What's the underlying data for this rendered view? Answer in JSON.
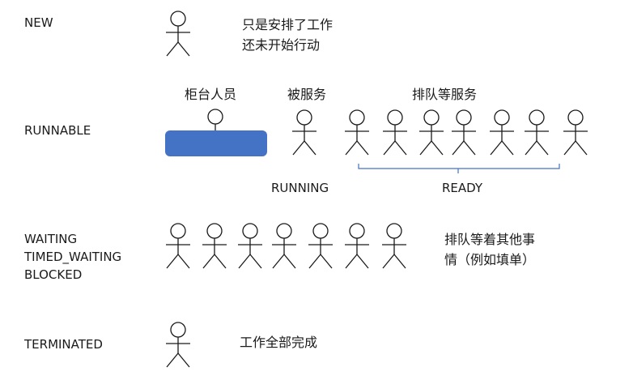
{
  "states": {
    "new": "NEW",
    "runnable": "RUNNABLE",
    "waiting": "WAITING",
    "timed_waiting": "TIMED_WAITING",
    "blocked": "BLOCKED",
    "terminated": "TERMINATED"
  },
  "notes": {
    "new_line1": "只是安排了工作",
    "new_line2": "还未开始行动",
    "counter_staff": "柜台人员",
    "being_served": "被服务",
    "queue_for_service": "排队等服务",
    "running": "RUNNING",
    "ready": "READY",
    "waiting_line1": "排队等着其他事",
    "waiting_line2": "情（例如填单）",
    "terminated": "工作全部完成"
  },
  "colors": {
    "counter": "#4472c4",
    "brace": "#4472c4",
    "stroke": "#1a1a1a"
  }
}
